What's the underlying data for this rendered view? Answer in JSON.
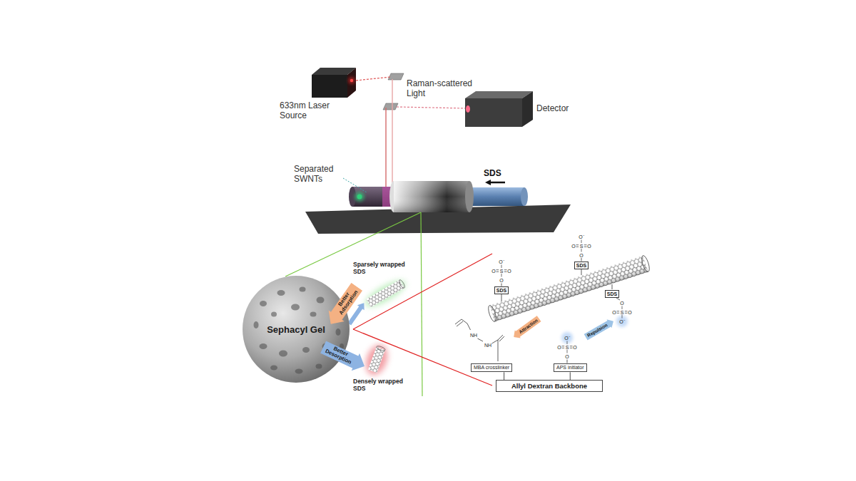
{
  "diagram": {
    "nodes": [
      {
        "text": [
          "633nm Laser Source"
        ]
      },
      {
        "text": [
          "Detector"
        ]
      },
      {
        "text": [
          "Sephacyl Gel"
        ]
      },
      {
        "text": [
          "Better Adsorption"
        ]
      },
      {
        "text": [
          "Better Desorption"
        ]
      },
      {
        "text": [
          "SDS"
        ]
      },
      {
        "text": [
          "SDS"
        ]
      },
      {
        "text": [
          "SDS"
        ]
      },
      {
        "text": [
          "Attraction"
        ]
      },
      {
        "text": [
          "Repulsion"
        ]
      },
      {
        "text": [
          "MBA crosslinker"
        ]
      },
      {
        "text": [
          "APS initiator"
        ]
      },
      {
        "text": [
          "Allyl Dextran Backbone"
        ]
      }
    ],
    "edges": [
      {
        "from": 10,
        "to": 12,
        "arrow": "none"
      },
      {
        "from": 11,
        "to": 12,
        "arrow": "none"
      }
    ],
    "labels": [
      "Raman-scattered Light",
      "Separated SWNTs",
      "SDS",
      "Sparsely wrapped SDS",
      "Densely wrapped SDS",
      "O⁻",
      "O",
      "S",
      "O",
      "O",
      "O⁻",
      "O",
      "S",
      "O",
      "O",
      "NH",
      "NH",
      "O",
      "O",
      "S",
      "O",
      "O⁻",
      "O⁻",
      "O",
      "S",
      "O",
      "O"
    ]
  }
}
